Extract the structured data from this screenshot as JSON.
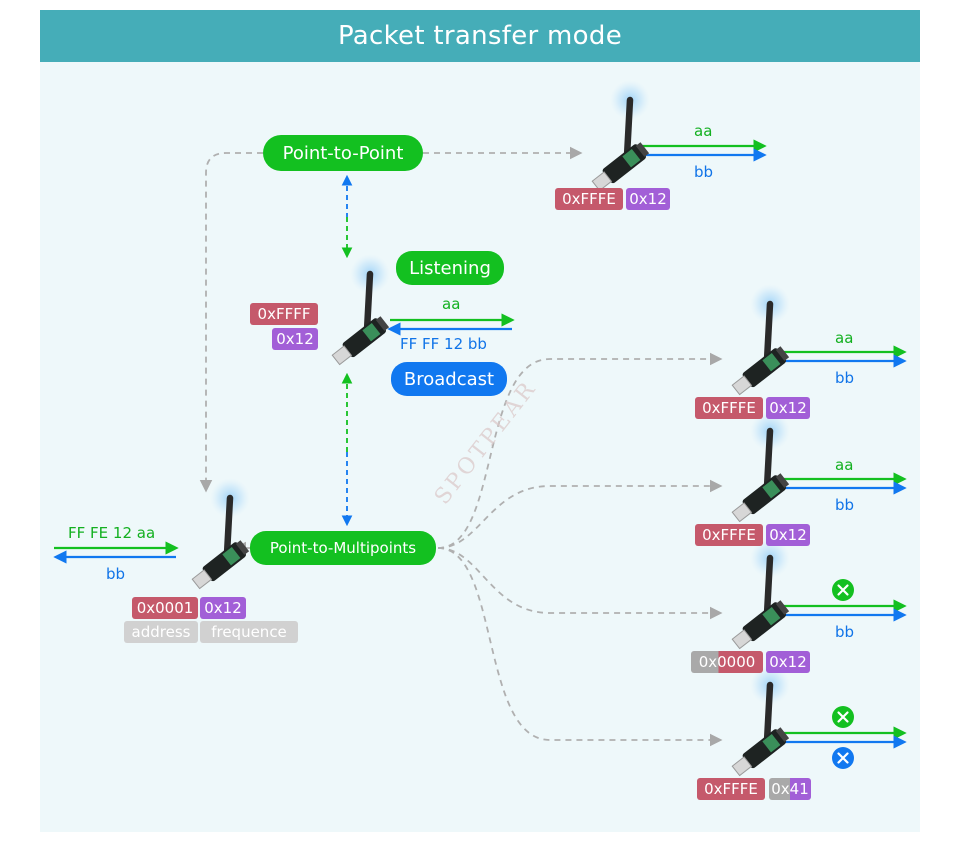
{
  "title": "Packet transfer mode",
  "watermark": "SPOTPEAR",
  "modes": {
    "point_to_point": "Point-to-Point",
    "listening": "Listening",
    "broadcast": "Broadcast",
    "point_to_multipoints": "Point-to-Multipoints"
  },
  "center_device": {
    "address": "0xFFFF",
    "frequence": "0x12",
    "send": "aa",
    "receive": "FF FF 12 bb"
  },
  "p2p_device": {
    "address": "0xFFFE",
    "frequence": "0x12",
    "send": "aa",
    "receive": "bb"
  },
  "source_device": {
    "address": "0x0001",
    "frequence": "0x12",
    "address_caption": "address",
    "frequence_caption": "frequence",
    "send": "FF FE 12 aa",
    "receive": "bb"
  },
  "targets": [
    {
      "address": "0xFFFE",
      "frequence": "0x12",
      "send": "aa",
      "receive": "bb"
    },
    {
      "address": "0xFFFE",
      "frequence": "0x12",
      "send": "aa",
      "receive": "bb"
    },
    {
      "address": "0x0000",
      "frequence": "0x12",
      "send_blocked": true,
      "receive": "bb"
    },
    {
      "address": "0xFFFE",
      "frequence": "0x41",
      "send_blocked": true,
      "receive_blocked": true
    }
  ],
  "colors": {
    "banner": "#45adb8",
    "panel": "#eef8fa",
    "green": "#13c020",
    "blue": "#1178f0",
    "address_tag": "#c5596b",
    "frequence_tag": "#a25fd7",
    "caption_tag": "#d1d1d1",
    "dashed_link": "#b0b0b0"
  }
}
